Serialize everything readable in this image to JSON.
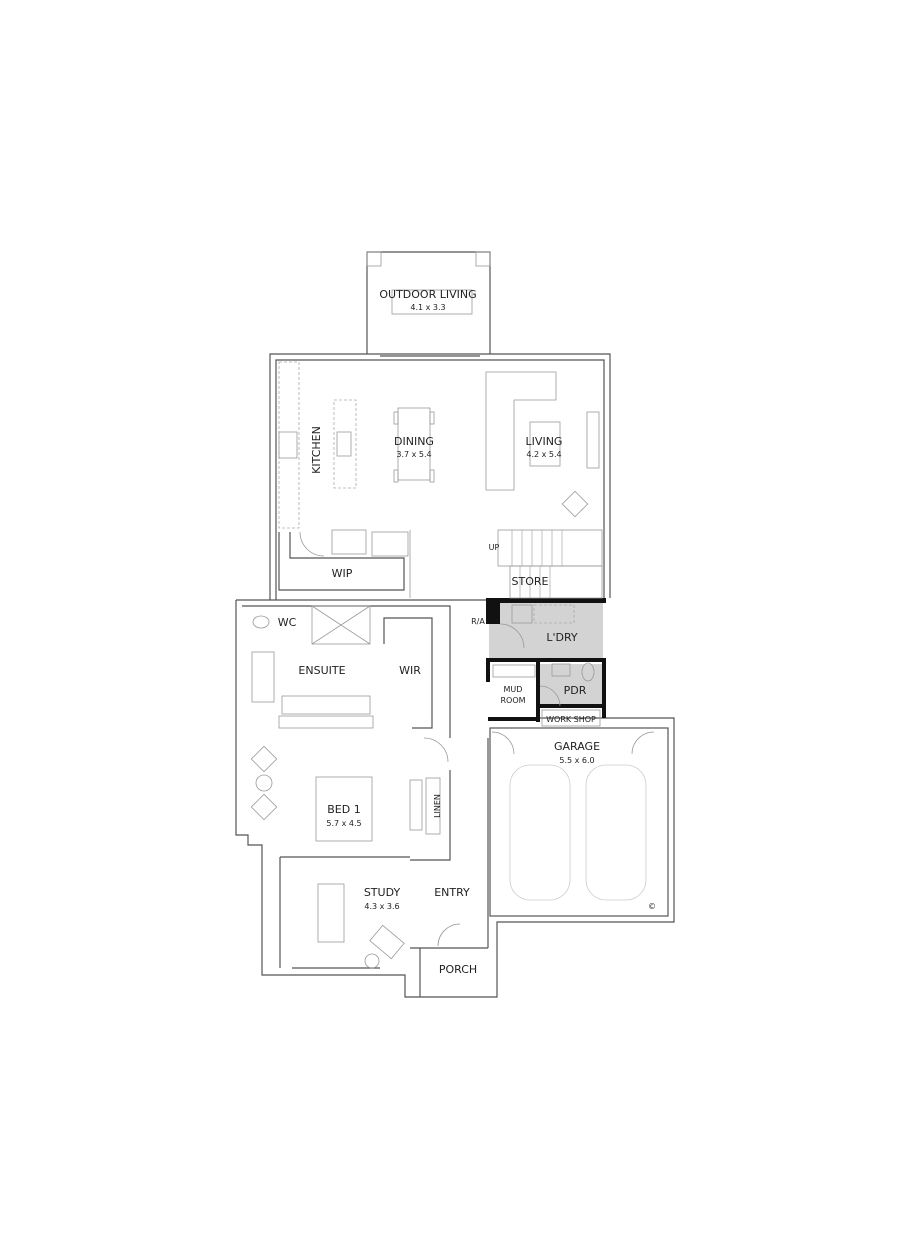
{
  "rooms": {
    "outdoor_living": {
      "name": "OUTDOOR LIVING",
      "size": "4.1 x 3.3"
    },
    "kitchen": {
      "name": "KITCHEN"
    },
    "dining": {
      "name": "DINING",
      "size": "3.7 x 5.4"
    },
    "living": {
      "name": "LIVING",
      "size": "4.2 x 5.4"
    },
    "wip": {
      "name": "WIP"
    },
    "store": {
      "name": "STORE"
    },
    "wc": {
      "name": "WC"
    },
    "ensuite": {
      "name": "ENSUITE"
    },
    "wir": {
      "name": "WIR"
    },
    "laundry": {
      "name": "L'DRY"
    },
    "mud_room": {
      "name": "MUD",
      "name2": "ROOM"
    },
    "pdr": {
      "name": "PDR"
    },
    "work_shop": {
      "name": "WORK SHOP"
    },
    "garage": {
      "name": "GARAGE",
      "size": "5.5 x 6.0"
    },
    "bed1": {
      "name": "BED 1",
      "size": "5.7 x 4.5"
    },
    "linen": {
      "name": "LINEN"
    },
    "study": {
      "name": "STUDY",
      "size": "4.3 x 3.6"
    },
    "entry": {
      "name": "ENTRY"
    },
    "porch": {
      "name": "PORCH"
    }
  },
  "annotations": {
    "ra": "R/A",
    "up": "UP",
    "copyright": "©"
  },
  "colors": {
    "wet_area": "#d3d3d3",
    "wall": "#555555",
    "solid_wall": "#111111"
  }
}
